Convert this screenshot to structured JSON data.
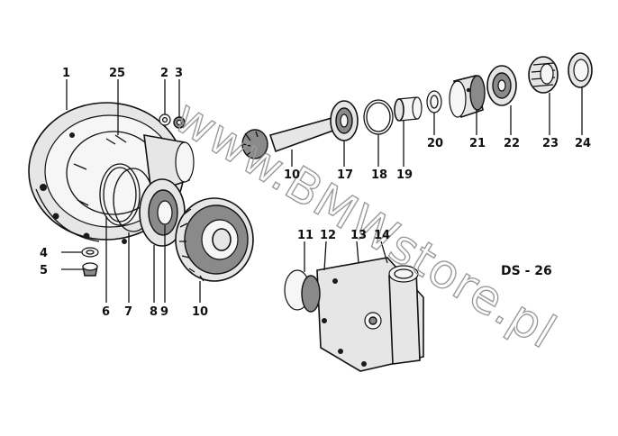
{
  "diagram_code": "DS - 26",
  "watermark": "www.BMWstore.pl",
  "callouts": {
    "c1": "1",
    "c25": "25",
    "c2": "2",
    "c3": "3",
    "c4": "4",
    "c5": "5",
    "c6": "6",
    "c7": "7",
    "c8": "8",
    "c9": "9",
    "c10a": "10",
    "c10b": "10",
    "c17": "17",
    "c18": "18",
    "c19": "19",
    "c20": "20",
    "c21": "21",
    "c22": "22",
    "c23": "23",
    "c24": "24",
    "c11": "11",
    "c12": "12",
    "c13": "13",
    "c14": "14"
  }
}
